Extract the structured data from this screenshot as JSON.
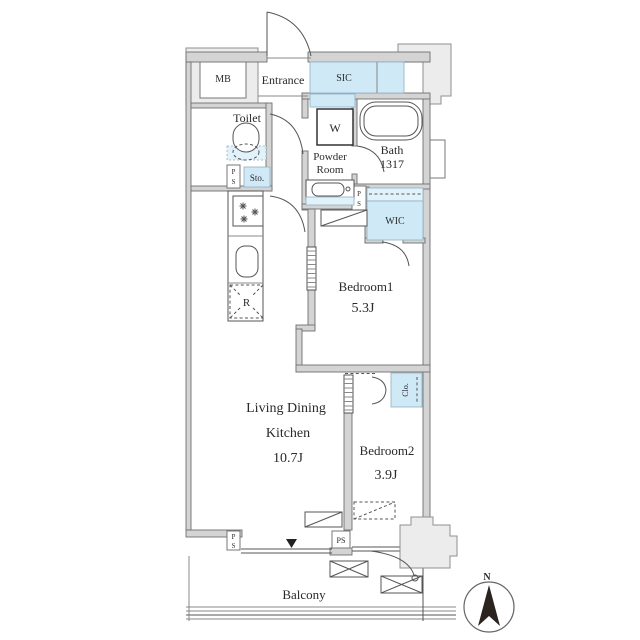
{
  "plan": {
    "unit_labels": {
      "mb": "MB",
      "entrance": "Entrance",
      "sic": "SIC",
      "toilet": "Toilet",
      "powder_line1": "Powder",
      "powder_line2": "Room",
      "bath": "Bath",
      "bath_size": "1317",
      "washer": "W",
      "storage": "Sto.",
      "wic": "WIC",
      "closet": "Clo.",
      "bedroom1": "Bedroom1",
      "bedroom1_size": "5.3J",
      "bedroom2": "Bedroom2",
      "bedroom2_size": "3.9J",
      "ldk_line1": "Living Dining",
      "ldk_line2": "Kitchen",
      "ldk_size": "10.7J",
      "balcony": "Balcony",
      "refrigerator": "R",
      "ps": "PS",
      "ps_p": "P",
      "ps_s": "S",
      "compass_north": "N"
    },
    "colors": {
      "closet_fill": "#cfe9f7",
      "closet_fill_light": "#e2f2fb",
      "common_area_fill": "#ececec",
      "wall_fill": "#d4d4d4",
      "compass_needle": "#2b2320"
    }
  }
}
